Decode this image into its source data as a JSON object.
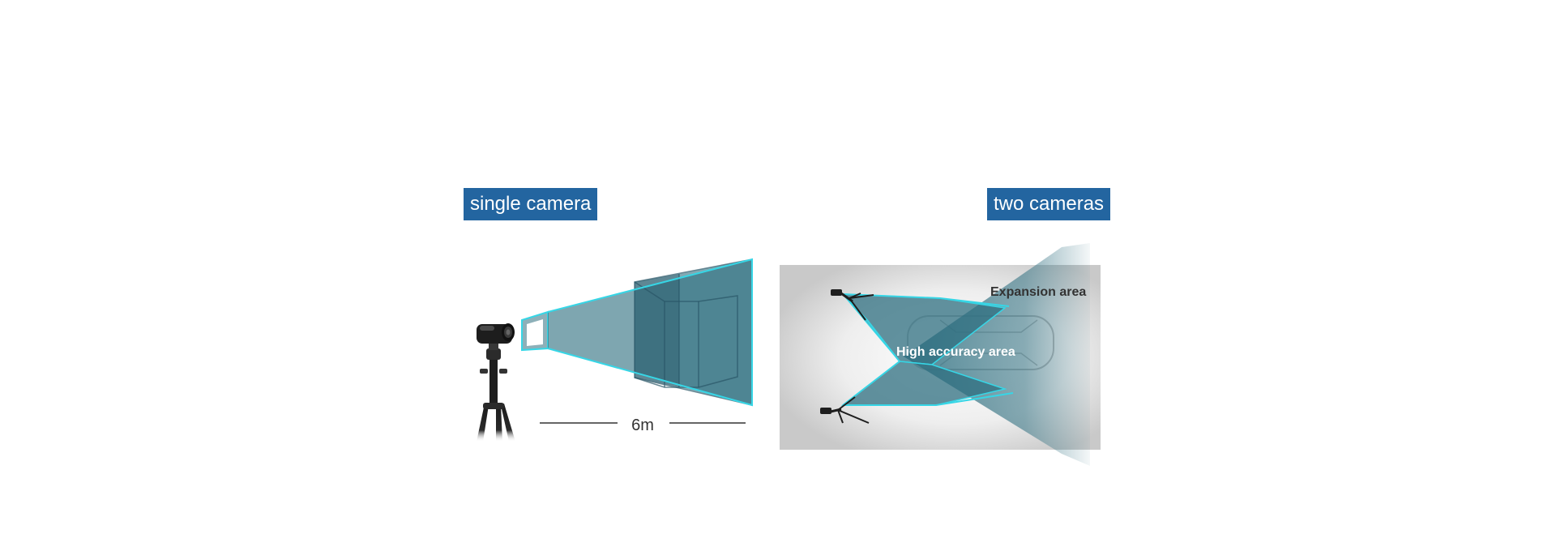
{
  "single_camera": {
    "label": "single camera",
    "distance_label": "6m"
  },
  "two_cameras": {
    "label": "two cameras",
    "expansion_label": "Expansion  area",
    "high_accuracy_label": "High accuracy area"
  },
  "colors": {
    "label_bg": "#2365a0",
    "frustum_fill": "#2f6f80",
    "frustum_edge": "#36d6e6"
  }
}
